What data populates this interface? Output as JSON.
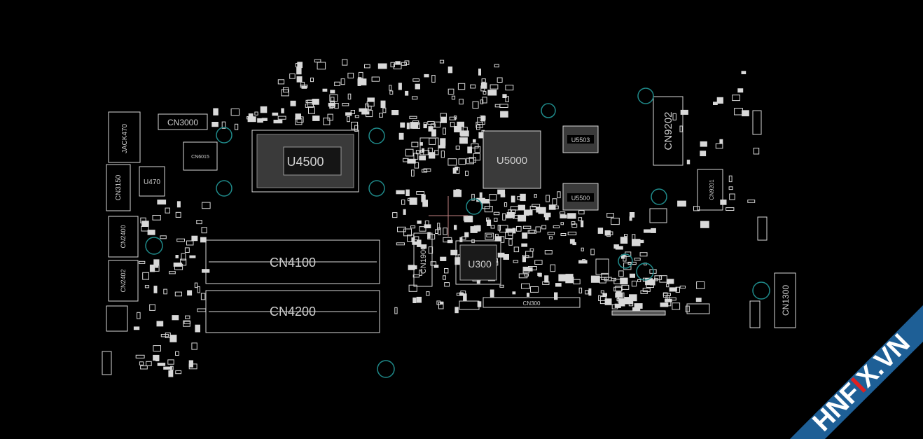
{
  "colors": {
    "background": "#000000",
    "outline": "#d9d9d9",
    "label": "#cfcfcf",
    "mount_hole": "#1f8a8a",
    "crosshair": "#c08080",
    "watermark_band": "#1e5f96",
    "watermark_text": "#ffffff",
    "watermark_accent": "#e02020"
  },
  "components": {
    "cn3000": "CN3000",
    "jack470": "JACK470",
    "cn6015": "CN6015",
    "u470": "U470",
    "cn3150": "CN3150",
    "cn2400": "CN2400",
    "cn2402": "CN2402",
    "u4500": "U4500",
    "cn4100": "CN4100",
    "cn4200": "CN4200",
    "u5000": "U5000",
    "u5503": "U5503",
    "u5500": "U5500",
    "cn1900": "CN1900",
    "u300": "U300",
    "cn300": "CN300",
    "cn9202": "CN9202",
    "cn9201": "CN9201",
    "cn1300": "CN1300"
  },
  "watermark": {
    "part1": "HNF",
    "accent": "I",
    "part2": "X.VN"
  }
}
